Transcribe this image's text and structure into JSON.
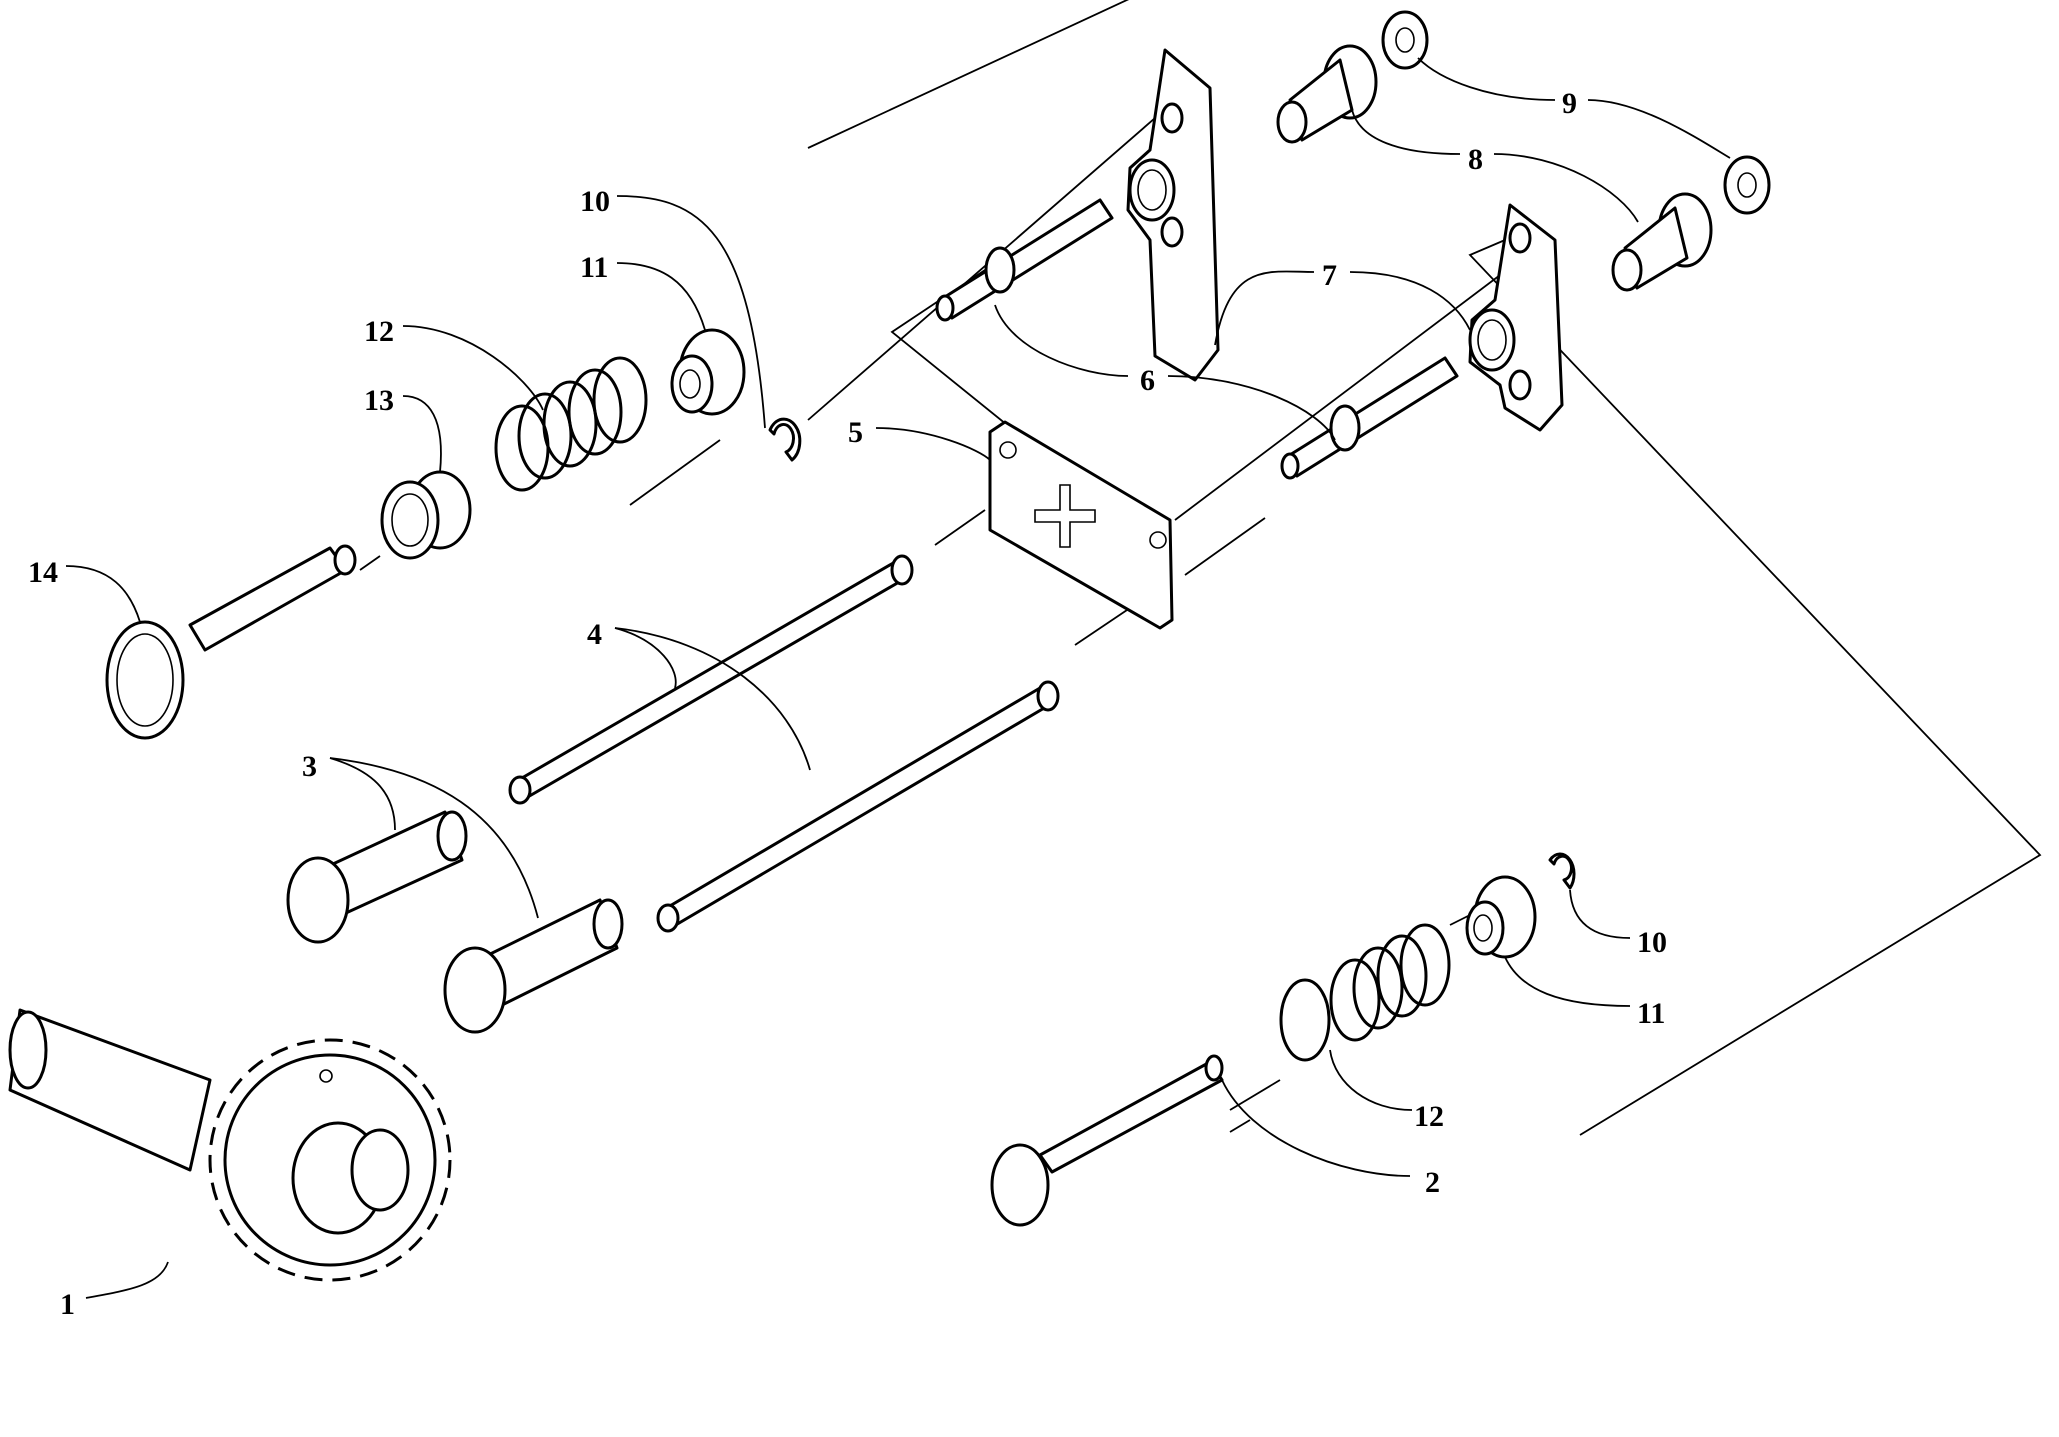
{
  "diagram": {
    "type": "exploded-parts-view",
    "callouts": [
      {
        "id": "c1",
        "label": "1",
        "part": "camshaft-gear"
      },
      {
        "id": "c2",
        "label": "2",
        "part": "valve"
      },
      {
        "id": "c3",
        "label": "3",
        "part": "tappet"
      },
      {
        "id": "c4",
        "label": "4",
        "part": "push-rod"
      },
      {
        "id": "c5",
        "label": "5",
        "part": "guide-plate"
      },
      {
        "id": "c6",
        "label": "6",
        "part": "stud"
      },
      {
        "id": "c7",
        "label": "7",
        "part": "rocker-arm"
      },
      {
        "id": "c8",
        "label": "8",
        "part": "pivot"
      },
      {
        "id": "c9",
        "label": "9",
        "part": "nut"
      },
      {
        "id": "c10a",
        "label": "10",
        "part": "keeper"
      },
      {
        "id": "c11a",
        "label": "11",
        "part": "spring-retainer"
      },
      {
        "id": "c12a",
        "label": "12",
        "part": "valve-spring"
      },
      {
        "id": "c13",
        "label": "13",
        "part": "valve-seal"
      },
      {
        "id": "c14",
        "label": "14",
        "part": "valve"
      },
      {
        "id": "c10b",
        "label": "10",
        "part": "keeper"
      },
      {
        "id": "c11b",
        "label": "11",
        "part": "spring-retainer"
      },
      {
        "id": "c12b",
        "label": "12",
        "part": "valve-spring"
      }
    ]
  },
  "labels": {
    "l1": "1",
    "l2": "2",
    "l3": "3",
    "l4": "4",
    "l5": "5",
    "l6": "6",
    "l7": "7",
    "l8": "8",
    "l9": "9",
    "l10a": "10",
    "l11a": "11",
    "l12a": "12",
    "l13": "13",
    "l14": "14",
    "l10b": "10",
    "l11b": "11",
    "l12b": "12"
  }
}
